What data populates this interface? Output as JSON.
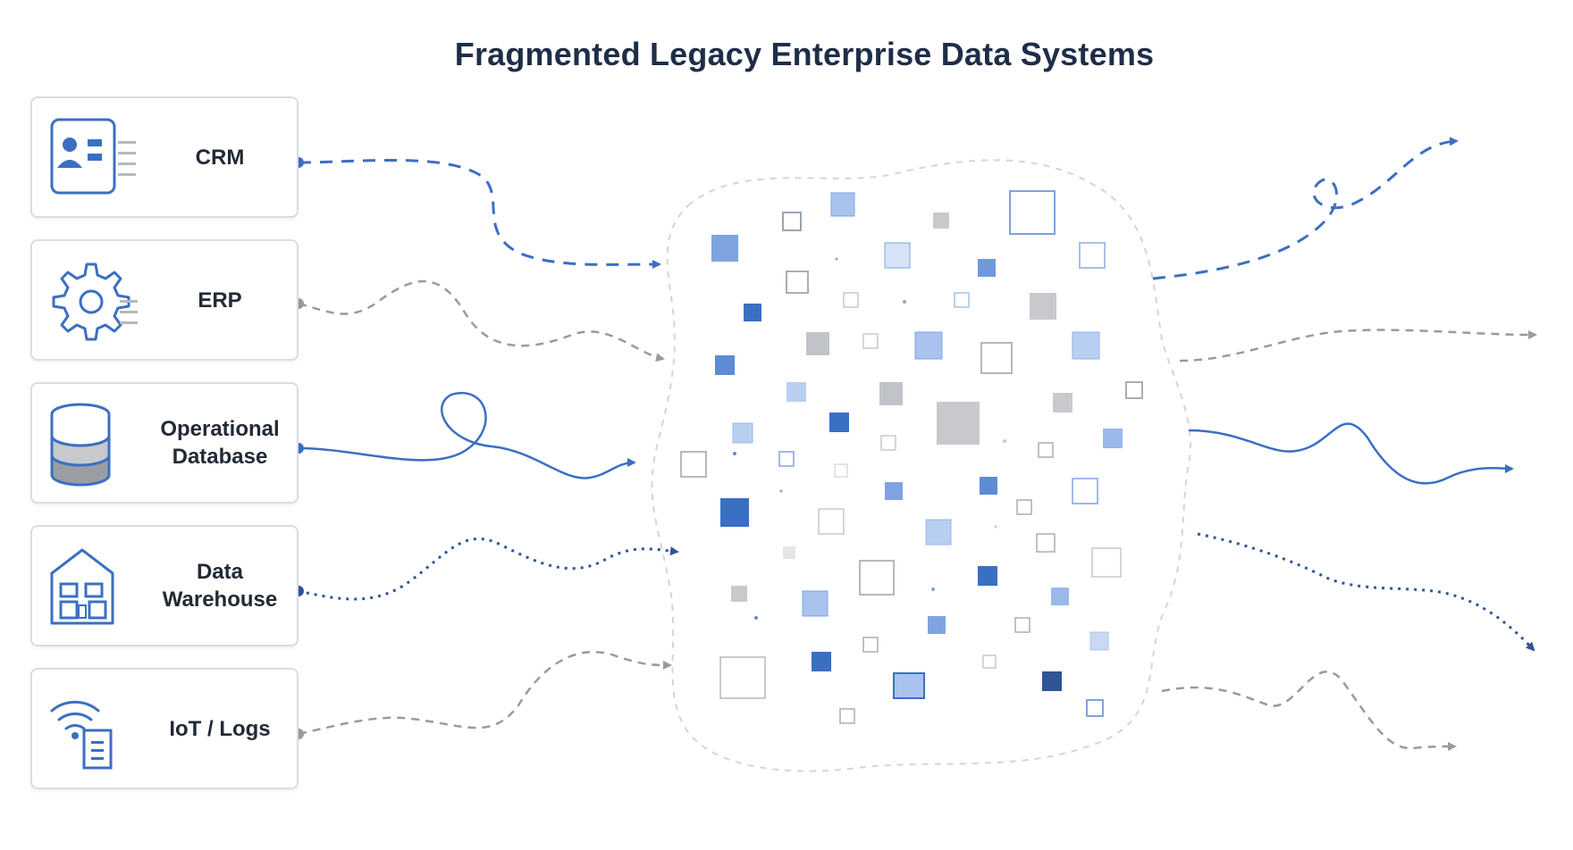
{
  "title": "Fragmented Legacy Enterprise Data Systems",
  "colors": {
    "title": "#1e2e48",
    "icon_blue": "#3b6fc2",
    "flow_dark": "#2f5596",
    "flow_grey": "#9a9a9a",
    "block_blue": "#4a7bd0",
    "block_light": "#a9c3ee",
    "block_grey": "#bfc2c7",
    "cloud_border": "#d3d5d9"
  },
  "sources": [
    {
      "label": "CRM",
      "icon": "contact-card-icon"
    },
    {
      "label": "ERP",
      "icon": "gear-icon"
    },
    {
      "label": "Operational\nDatabase",
      "icon": "database-icon"
    },
    {
      "label": "Data\nWarehouse",
      "icon": "warehouse-icon"
    },
    {
      "label": "IoT / Logs",
      "icon": "iot-log-icon"
    }
  ]
}
